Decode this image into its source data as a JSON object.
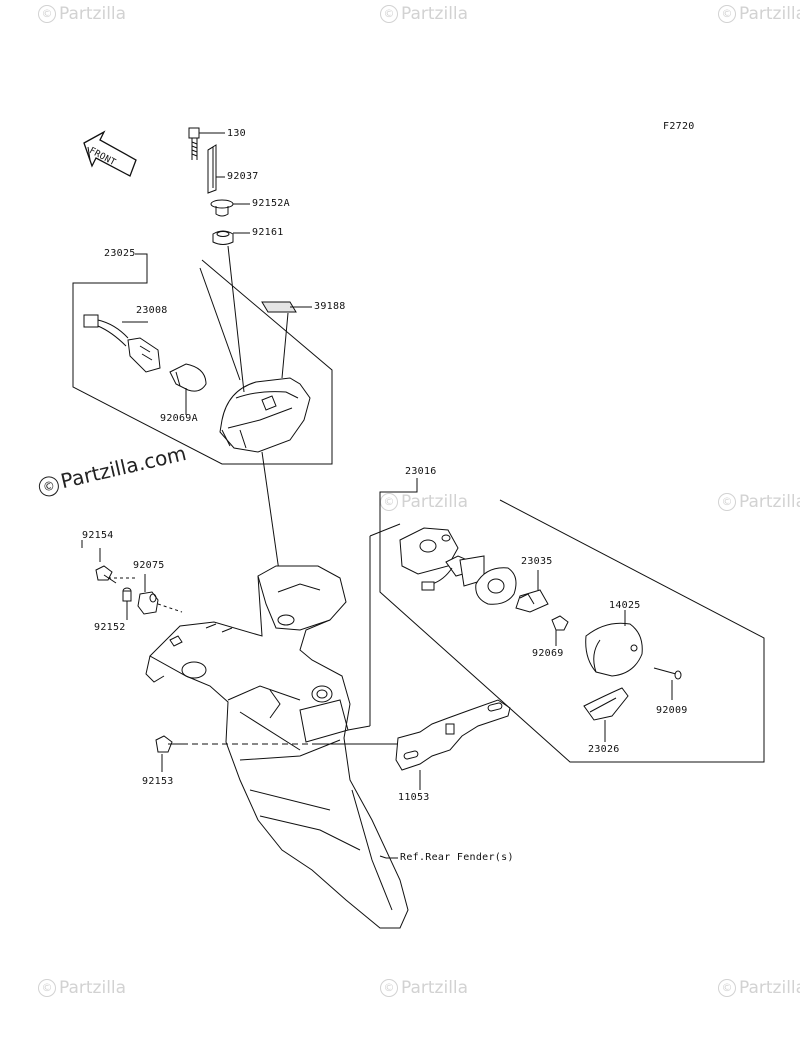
{
  "diagram": {
    "figure_code": "F2720",
    "front_arrow_text": "FRONT",
    "watermark_text": "Partzilla",
    "watermark_text_dark": "Partzilla.com",
    "watermark_symbol": "©",
    "reference_note": "Ref.Rear Fender(s)",
    "parts": [
      {
        "id": "130"
      },
      {
        "id": "92037"
      },
      {
        "id": "92152A"
      },
      {
        "id": "92161"
      },
      {
        "id": "23025"
      },
      {
        "id": "23008"
      },
      {
        "id": "39188"
      },
      {
        "id": "92069A"
      },
      {
        "id": "23016"
      },
      {
        "id": "23035"
      },
      {
        "id": "14025"
      },
      {
        "id": "92069"
      },
      {
        "id": "92009"
      },
      {
        "id": "23026"
      },
      {
        "id": "92154"
      },
      {
        "id": "92075"
      },
      {
        "id": "92152"
      },
      {
        "id": "92153"
      },
      {
        "id": "11053"
      }
    ]
  }
}
